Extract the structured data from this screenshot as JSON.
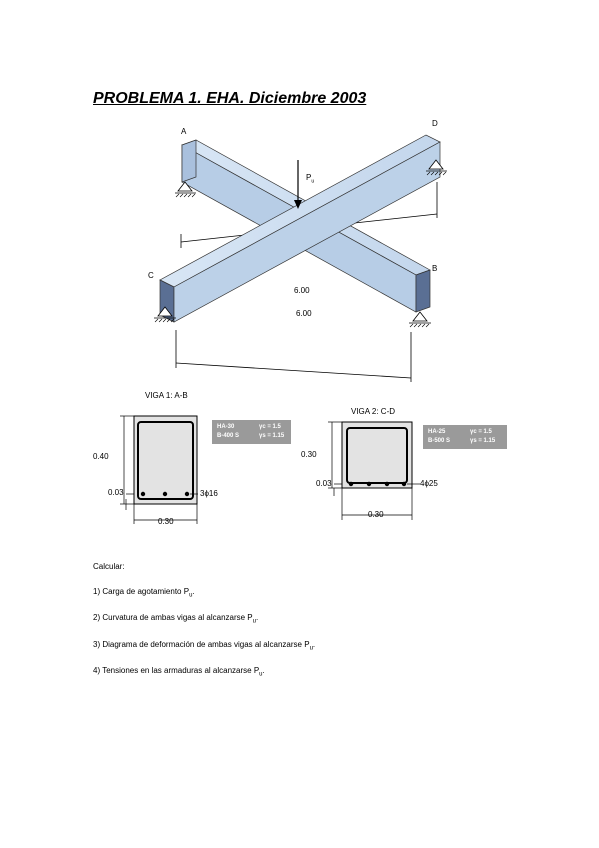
{
  "title": "PROBLEMA 1. EHA. Diciembre 2003",
  "figure": {
    "points": {
      "A": "A",
      "B": "B",
      "C": "C",
      "D": "D"
    },
    "load_symbol": "P",
    "load_sub": "u",
    "dim1": "6.00",
    "dim2": "6.00"
  },
  "beam1": {
    "caption": "VIGA 1: A-B",
    "height": "0.40",
    "width": "0.30",
    "cover": "0.03",
    "rebar": "3ϕ16",
    "material": {
      "concrete": "HA-30",
      "gamma_c": "γc = 1.5",
      "steel": "B-400 S",
      "gamma_s": "γs = 1.15"
    }
  },
  "beam2": {
    "caption": "VIGA 2: C-D",
    "height": "0.30",
    "width": "0.30",
    "cover": "0.03",
    "rebar": "4ϕ25",
    "material": {
      "concrete": "HA-25",
      "gamma_c": "γc = 1.5",
      "steel": "B-500 S",
      "gamma_s": "γs = 1.15"
    }
  },
  "calcular": "Calcular:",
  "questions": [
    {
      "text": "1) Carga de agotamiento P",
      "sub": "u",
      "end": "."
    },
    {
      "text": "2) Curvatura de ambas vigas al alcanzarse P",
      "sub": "u",
      "end": "."
    },
    {
      "text": "3) Diagrama de deformación de ambas vigas al alcanzarse P",
      "sub": "u",
      "end": "."
    },
    {
      "text": "4) Tensiones en las armaduras al alcanzarse P",
      "sub": "u",
      "end": "."
    }
  ]
}
